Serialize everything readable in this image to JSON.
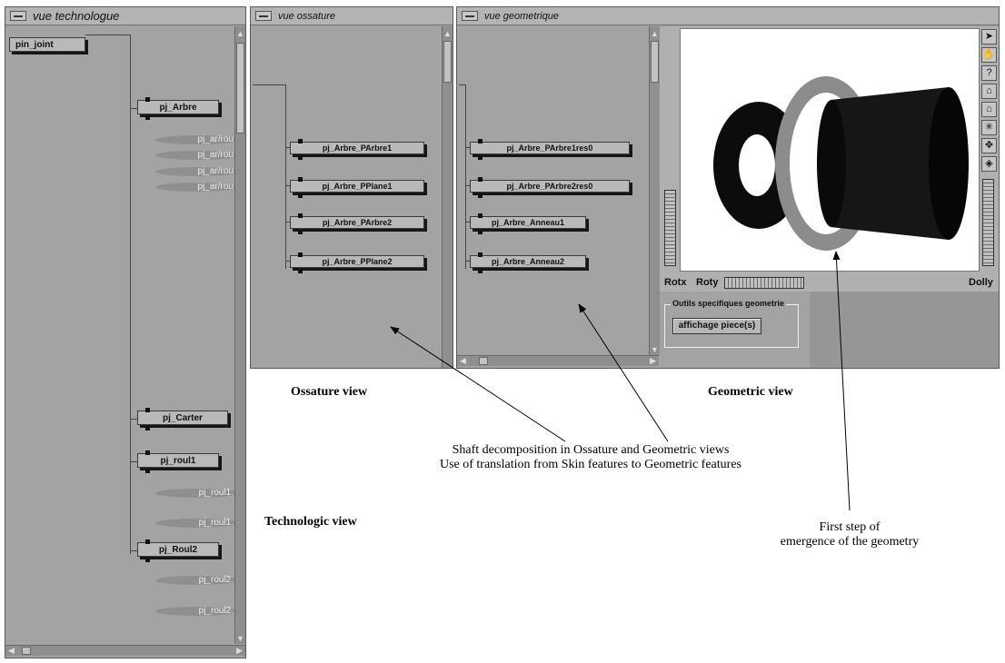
{
  "windows": {
    "technologue": {
      "title": "vue technologue"
    },
    "ossature": {
      "title": "vue ossature"
    },
    "geometrique": {
      "title": "vue geometrique"
    }
  },
  "technologue_tree": {
    "root": "pin_joint",
    "nodes": [
      "pj_Arbre",
      "pj_Carter",
      "pj_roul1",
      "pj_Roul2"
    ],
    "ghosts_arbre": [
      "pj_ar/rou",
      "pj_ar/rou",
      "pj_ar/rou",
      "pj_ar/rou"
    ],
    "ghosts_roul1": [
      "pj_roul1.",
      "pj_roul1."
    ],
    "ghosts_roul2": [
      "pj_roul2.",
      "pj_roul2."
    ]
  },
  "ossature_tree": {
    "nodes": [
      "pj_Arbre_PArbre1",
      "pj_Arbre_PPlane1",
      "pj_Arbre_PArbre2",
      "pj_Arbre_PPlane2"
    ]
  },
  "geometrique_tree": {
    "nodes": [
      "pj_Arbre_PArbre1res0",
      "pj_Arbre_PArbre2res0",
      "pj_Arbre_Anneau1",
      "pj_Arbre_Anneau2"
    ]
  },
  "viewer": {
    "tools": [
      "arrow-tool-icon",
      "hand-tool-icon",
      "help-tool-icon",
      "home-tool-icon",
      "set-home-tool-icon",
      "view-all-tool-icon",
      "seek-tool-icon",
      "perspective-tool-icon"
    ],
    "help_glyph": "?",
    "rotx_label": "Rotx",
    "roty_label": "Roty",
    "dolly_label": "Dolly",
    "group_title": "Outils specifiques geometrie",
    "button_label": "affichage piece(s)"
  },
  "annotations": {
    "ossature_view": "Ossature view",
    "geometric_view": "Geometric view",
    "technologic_view": "Technologic view",
    "shaft_line1": "Shaft decomposition in Ossature and Geometric views",
    "shaft_line2": "Use of translation from Skin features to Geometric features",
    "first_step_line1": "First step of",
    "first_step_line2": "emergence of the geometry"
  },
  "colors": {
    "panel": "#a3a3a3",
    "viewport": "#ffffff",
    "shaft_dark": "#111111",
    "ring_grey": "#8c8c8c"
  }
}
